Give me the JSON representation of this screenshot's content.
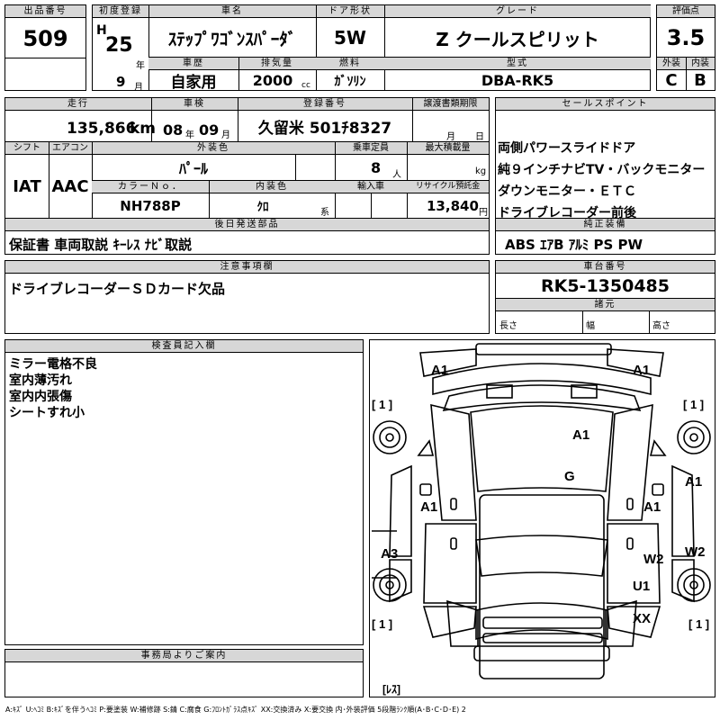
{
  "headers": {
    "lot_number": "出品番号",
    "first_registration": "初度登録",
    "car_name": "車名",
    "door_type": "ドア形状",
    "grade": "グレード",
    "score": "評価点",
    "history": "車歴",
    "displacement": "排気量",
    "fuel": "燃料",
    "model_code": "型式",
    "exterior": "外装",
    "interior": "内装",
    "mileage": "走行",
    "inspection": "車検",
    "registration_no": "登録番号",
    "transfer_docs": "譲渡書類期限",
    "sales_points": "セールスポイント",
    "shift": "シフト",
    "aircon": "エアコン",
    "exterior_color": "外装色",
    "capacity": "乗車定員",
    "max_load": "最大積載量",
    "color_no": "カラーＮｏ．",
    "interior_color": "内装色",
    "import": "輸入車",
    "recycle": "リサイクル預託金",
    "post_parts": "後日発送部品",
    "genuine_equipment": "純正装備",
    "notes": "注意事項欄",
    "chassis_no": "車台番号",
    "dimensions": "諸元",
    "inspector": "検査員記入欄",
    "office_notice": "事務局よりご案内"
  },
  "values": {
    "lot_number": "509",
    "era": "H",
    "year": "25",
    "year_unit": "年",
    "month": "9",
    "month_unit": "月",
    "car_name": "ｽﾃｯﾌﾟﾜｺﾞﾝｽﾊﾟｰﾀﾞ",
    "door_type": "5W",
    "grade": "Z クールスピリット",
    "score": "3.5",
    "history": "自家用",
    "displacement": "2000",
    "displacement_unit": "cc",
    "fuel": "ｶﾞｿﾘﾝ",
    "model_code": "DBA-RK5",
    "exterior_grade": "C",
    "interior_grade": "B",
    "mileage": "135,866",
    "mileage_unit": "km",
    "inspection_year": "08",
    "inspection_year_unit": "年",
    "inspection_month": "09",
    "inspection_month_unit": "月",
    "registration_no": "久留米 501ﾁ8327",
    "transfer_month_unit": "月",
    "transfer_day_unit": "日",
    "shift": "IAT",
    "aircon": "AAC",
    "exterior_color": "ﾊﾟｰﾙ",
    "capacity": "8",
    "capacity_unit": "人",
    "max_load_unit": "kg",
    "color_no": "NH788P",
    "interior_color": "ｸﾛ",
    "interior_color_unit": "系",
    "recycle": "13,840",
    "recycle_unit": "円",
    "post_parts": "保証書 車両取説 ｷｰﾚｽ ﾅﾋﾞ取説",
    "genuine_equipment": "ABS ｴｱB ｱﾙﾐ PS PW",
    "notes": "ドライブレコーダーＳＤカード欠品",
    "chassis_no": "RK5-1350485",
    "dim_length": "長さ",
    "dim_width": "幅",
    "dim_height": "高さ"
  },
  "sales_points": [
    "両側パワースライドドア",
    "純９インチナビTV・バックモニター",
    "ダウンモニター・ＥＴＣ",
    "ドライブレコーダー前後"
  ],
  "inspector_notes": [
    "ミラー電格不良",
    "室内薄汚れ",
    "室内内張傷",
    "シートすれ小"
  ],
  "diagram": {
    "labels": {
      "front_left": "A1",
      "front_right": "A1",
      "roof": "A1",
      "windshield": "G",
      "left_door": "A1",
      "right_door": "A1",
      "right_front_fender": "A1",
      "left_rear": "A3",
      "right_rear_door": "W2",
      "right_quarter": "W2",
      "right_rear_lower": "U1",
      "rear_bumper": "XX"
    },
    "tire_labels": [
      "[ 1 ]",
      "[ 1 ]",
      "[ 1 ]",
      "[ 1 ]"
    ],
    "spare_label": "[ﾚｽ]"
  },
  "legend": "A:ｷｽﾞ U:ﾍｺﾐ B:ｷｽﾞを伴うﾍｺﾐ P:要塗装 W:補修跡 S:錆 C:腐食 G:ﾌﾛﾝﾄｶﾞﾗｽ点ｷｽﾞ XX:交換済み X:要交換 内･外装評価 5段階ﾗﾝｸ順(A･B･C･D･E) 2"
}
